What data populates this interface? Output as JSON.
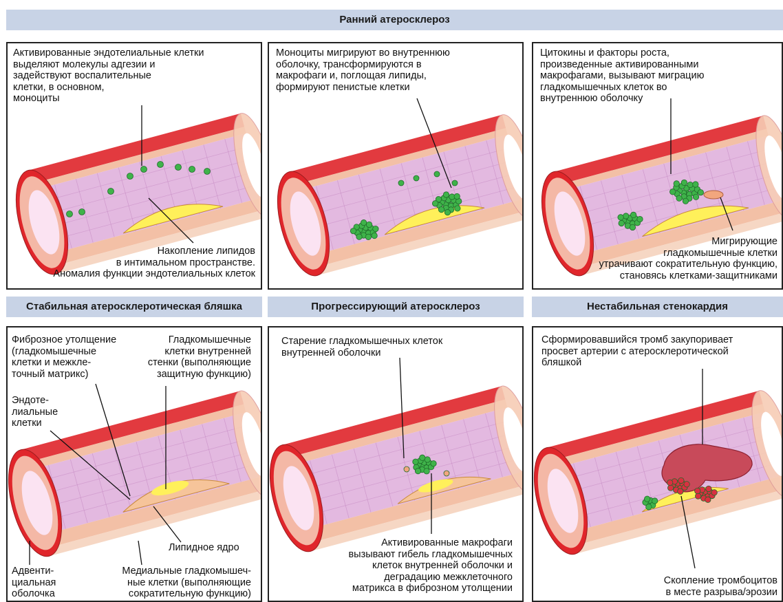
{
  "headers": {
    "early": "Ранний атеросклероз",
    "stable": "Стабильная атеросклеротическая бляшка",
    "progressive": "Прогрессирующий атеросклероз",
    "unstable": "Нестабильная стенокардия"
  },
  "panels": {
    "p1": {
      "top": "Активированные эндотелиальные клетки\nвыделяют молекулы адгезии и\nзадействуют воспалительные\nклетки, в основном,\nмоноциты",
      "bottom": "Накопление липидов\nв интимальном пространстве.\nАномалия функции эндотелиальных клеток"
    },
    "p2": {
      "top": "Моноциты мигрируют во внутреннюю\nоболочку, трансформируются в\nмакрофаги и, поглощая липиды,\nформируют пенистые клетки"
    },
    "p3": {
      "top": "Цитокины и факторы роста,\nпроизведенные активированными\nмакрофагами, вызывают миграцию\nгладкомышечных клеток во\nвнутреннюю оболочку",
      "bottom": "Мигрирующие\nгладкомышечные клетки\nутрачивают сократительную функцию,\nстановясь клетками-защитниками"
    },
    "p4": {
      "fibrous": "Фиброзное утолщение\n(гладкомышечные\nклетки и межкле-\nточный матрикс)",
      "smooth": "Гладкомышечные\nклетки внутренней\nстенки (выполняющие\nзащитную функцию)",
      "endo": "Эндоте-\nлиальные\nклетки",
      "core": "Липидное ядро",
      "adventitia": "Адвенти-\nциальная\nоболочка",
      "medial": "Медиальные гладкомышеч-\nные клетки (выполняющие\nсократительную функцию)"
    },
    "p5": {
      "top": "Старение гладкомышечных клеток\nвнутренней оболочки",
      "bottom": "Активированные макрофаги\nвызывают гибель гладкомышечных\nклеток внутренней оболочки и\nдеградацию межклеточного\nматрикса в фиброзном утолщении"
    },
    "p6": {
      "top": "Сформировавшийся тромб закупоривает\nпросвет артерии с атеросклеротической\nбляшкой",
      "bottom": "Скопление тромбоцитов\nв месте разрыва/эрозии"
    }
  },
  "colors": {
    "header_band": "#c8d3e6",
    "adventitia_red": "#e0262b",
    "wall_salmon": "#f3c0a6",
    "lumen_pink": "#e3b9e0",
    "lipid_yellow": "#fff05a",
    "macrophage_green": "#3fb34a",
    "thrombus": "#c84a5a"
  }
}
